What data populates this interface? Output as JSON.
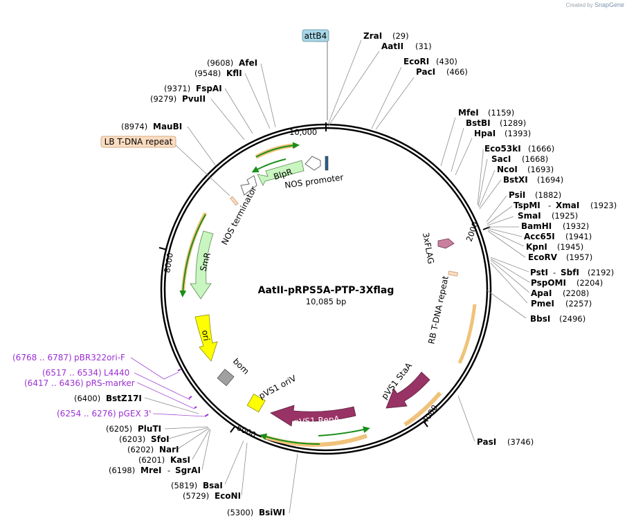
{
  "credit": {
    "prefix": "Created by",
    "brand": "SnapGene"
  },
  "plasmid": {
    "name": "AatII-pRPS5A-PTP-3Xflag",
    "length": "10,085 bp"
  },
  "ticks": [
    "10,000",
    "2000",
    "4000",
    "6000",
    "8000"
  ],
  "enzymes_right": [
    {
      "name": "ZraI",
      "pos": "(29)"
    },
    {
      "name": "AatII",
      "pos": "(31)"
    },
    {
      "name": "EcoRI",
      "pos": "(430)"
    },
    {
      "name": "PacI",
      "pos": "(466)"
    },
    {
      "name": "MfeI",
      "pos": "(1159)"
    },
    {
      "name": "BstBI",
      "pos": "(1289)"
    },
    {
      "name": "HpaI",
      "pos": "(1393)"
    },
    {
      "name": "Eco53kI",
      "pos": "(1666)"
    },
    {
      "name": "SacI",
      "pos": "(1668)"
    },
    {
      "name": "NcoI",
      "pos": "(1693)"
    },
    {
      "name": "BstXI",
      "pos": "(1694)"
    },
    {
      "name": "PsiI",
      "pos": "(1882)"
    },
    {
      "name": "TspMI",
      "pos": ""
    },
    {
      "name": "XmaI",
      "pos": "(1923)"
    },
    {
      "name": "SmaI",
      "pos": "(1925)"
    },
    {
      "name": "BamHI",
      "pos": "(1932)"
    },
    {
      "name": "Acc65I",
      "pos": "(1941)"
    },
    {
      "name": "KpnI",
      "pos": "(1945)"
    },
    {
      "name": "EcoRV",
      "pos": "(1957)"
    },
    {
      "name": "PstI",
      "pos": ""
    },
    {
      "name": "SbfI",
      "pos": "(2192)"
    },
    {
      "name": "PspOMI",
      "pos": "(2204)"
    },
    {
      "name": "ApaI",
      "pos": "(2208)"
    },
    {
      "name": "PmeI",
      "pos": "(2257)"
    },
    {
      "name": "BbsI",
      "pos": "(2496)"
    },
    {
      "name": "PasI",
      "pos": "(3746)"
    }
  ],
  "enzymes_left": [
    {
      "name": "AfeI",
      "pos": "(9608)"
    },
    {
      "name": "KflI",
      "pos": "(9548)"
    },
    {
      "name": "FspAI",
      "pos": "(9371)"
    },
    {
      "name": "PvuII",
      "pos": "(9279)"
    },
    {
      "name": "MauBI",
      "pos": "(8974)"
    },
    {
      "name": "BstZ17I",
      "pos": "(6400)"
    },
    {
      "name": "PluTI",
      "pos": "(6205)"
    },
    {
      "name": "SfoI",
      "pos": "(6203)"
    },
    {
      "name": "NarI",
      "pos": "(6202)"
    },
    {
      "name": "KasI",
      "pos": "(6201)"
    },
    {
      "name": "MreI",
      "pos": ""
    },
    {
      "name": "SgrAI",
      "pos": "(6198)"
    },
    {
      "name": "BsaI",
      "pos": "(5819)"
    },
    {
      "name": "EcoNI",
      "pos": "(5729)"
    },
    {
      "name": "BsiWI",
      "pos": "(5300)"
    }
  ],
  "primers": [
    {
      "range": "(6768 .. 6787)",
      "name": "pBR322ori-F"
    },
    {
      "range": "(6517 .. 6534)",
      "name": "L4440"
    },
    {
      "range": "(6417 .. 6436)",
      "name": "pRS-marker"
    },
    {
      "range": "(6254 .. 6276)",
      "name": "pGEX 3'"
    }
  ],
  "features": {
    "attB4": "attB4",
    "lb_repeat": "LB T-DNA repeat",
    "blpr": "BlpR",
    "nos_promoter": "NOS promoter",
    "nos_terminator": "NOS terminator",
    "smr": "SmR",
    "ori": "ori",
    "bom": "bom",
    "pvs1_oriv": "pVS1 oriV",
    "pvs1_repa": "pVS1 RepA",
    "pvs1_staa": "pVS1 StaA",
    "rb_repeat": "RB T-DNA repeat",
    "flag": "3xFLAG"
  },
  "colors": {
    "backbone": "#000000",
    "enzyme_lead": "#8c8c8c",
    "primer": "#9b2fd3",
    "marker_green": "#c8f5c0",
    "ori_yellow": "#ffff00",
    "repa_purple": "#993366",
    "orf_orange": "#f0c27a",
    "bom_gray": "#a0a0a0",
    "attb_blue": "#a8d8e8",
    "lb_peach": "#fbdcc1"
  }
}
